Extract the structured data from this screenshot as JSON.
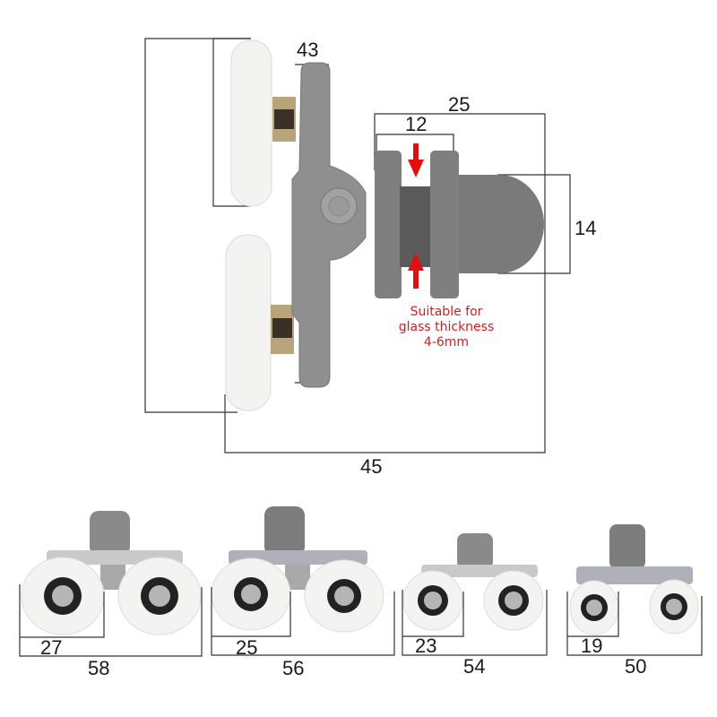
{
  "diagram": {
    "type": "product-dimension-drawing",
    "main_view": {
      "dimensions": {
        "wheel_height": "45",
        "bracket_thickness": "43",
        "knob_length": "25",
        "glass_gap": "12",
        "knob_height": "14"
      },
      "note": {
        "line1": "Suitable for",
        "line2": "glass thickness",
        "line3": "4-6mm"
      }
    },
    "variants": [
      {
        "wheel_diameter": "27",
        "overall_width": "58"
      },
      {
        "wheel_diameter": "25",
        "overall_width": "56"
      },
      {
        "wheel_diameter": "23",
        "overall_width": "54"
      },
      {
        "wheel_diameter": "19",
        "overall_width": "50"
      }
    ],
    "colors": {
      "wheel": "#f2f2f0",
      "bracket": "#8d8d8d",
      "knob": "#7d7d7d",
      "arrow": "#e01010",
      "note_text": "#d21e1e",
      "dim_line": "#333333"
    }
  }
}
